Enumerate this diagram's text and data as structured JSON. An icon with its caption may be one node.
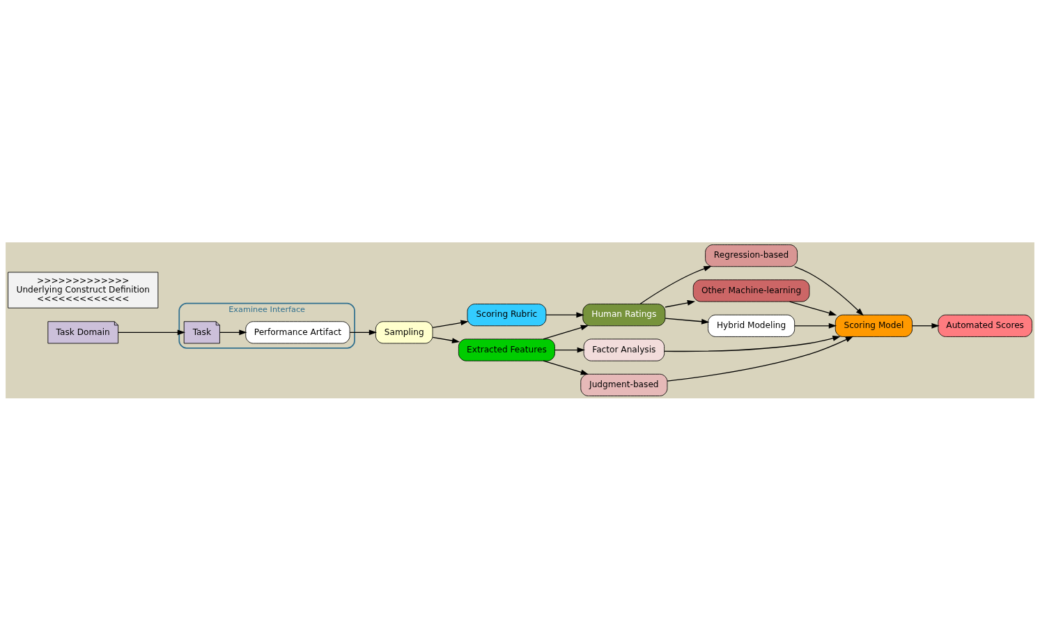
{
  "diagram": {
    "nodes": [
      {
        "text": [
          "Task Domain"
        ]
      },
      {
        "text": [
          "Examinee Interface"
        ]
      },
      {
        "text": [
          "Task"
        ],
        "in": 1
      },
      {
        "text": [
          "Performance Artifact"
        ],
        "in": 1
      },
      {
        "text": [
          "Sampling"
        ]
      },
      {
        "text": [
          "Scoring Rubric"
        ]
      },
      {
        "text": [
          "Extracted Features"
        ]
      },
      {
        "text": [
          "Human Ratings"
        ]
      },
      {
        "text": [
          "Factor Analysis"
        ]
      },
      {
        "text": [
          "Judgment-based"
        ]
      },
      {
        "text": [
          "Regression-based"
        ]
      },
      {
        "text": [
          "Other Machine-learning"
        ]
      },
      {
        "text": [
          "Hybrid Modeling"
        ]
      },
      {
        "text": [
          "Scoring Model"
        ]
      },
      {
        "text": [
          "Automated Scores"
        ]
      },
      {
        "text": [
          ">>>>>>>>>>>>>",
          "Underlying Construct Definition",
          "<<<<<<<<<<<<<"
        ]
      }
    ],
    "edges": [
      {
        "from": 0,
        "to": 2,
        "arrow": "to"
      },
      {
        "from": 2,
        "to": 3,
        "arrow": "to"
      },
      {
        "from": 3,
        "to": 4,
        "arrow": "to"
      },
      {
        "from": 4,
        "to": 5,
        "arrow": "to"
      },
      {
        "from": 4,
        "to": 6,
        "arrow": "to"
      },
      {
        "from": 5,
        "to": 7,
        "arrow": "to"
      },
      {
        "from": 6,
        "to": 7,
        "arrow": "to"
      },
      {
        "from": 6,
        "to": 8,
        "arrow": "to"
      },
      {
        "from": 6,
        "to": 9,
        "arrow": "to"
      },
      {
        "from": 7,
        "to": 10,
        "arrow": "to"
      },
      {
        "from": 7,
        "to": 11,
        "arrow": "to"
      },
      {
        "from": 7,
        "to": 12,
        "arrow": "to"
      },
      {
        "from": 8,
        "to": 13,
        "arrow": "to"
      },
      {
        "from": 9,
        "to": 13,
        "arrow": "to"
      },
      {
        "from": 10,
        "to": 13,
        "arrow": "to"
      },
      {
        "from": 11,
        "to": 13,
        "arrow": "to"
      },
      {
        "from": 12,
        "to": 13,
        "arrow": "to"
      },
      {
        "from": 13,
        "to": 14,
        "arrow": "to"
      }
    ]
  }
}
